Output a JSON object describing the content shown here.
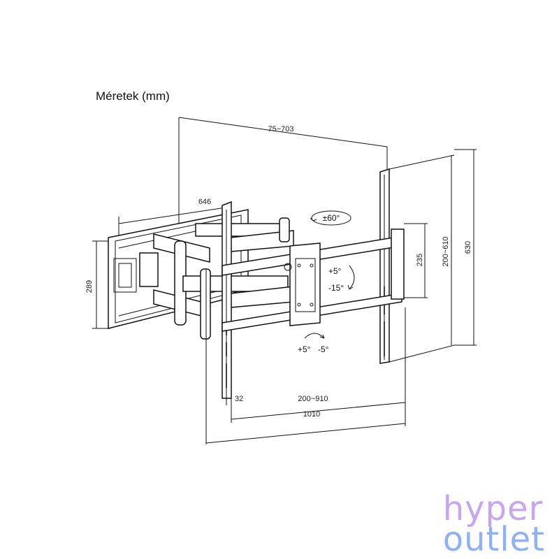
{
  "title": "Méretek (mm)",
  "dimensions": {
    "top_span": "75~703",
    "arm_length": "646",
    "wall_height": "289",
    "vesa_vertical": "235",
    "rail_vertical": "200~610",
    "total_height": "630",
    "rail_offset": "32",
    "rail_horizontal": "200~910",
    "total_width": "1010"
  },
  "rotation": {
    "swivel": "±60°",
    "tilt_up": "+5°",
    "tilt_down": "-15°",
    "level_plus": "+5°",
    "level_minus": "-5°"
  },
  "logo": {
    "line1": "hyper",
    "line2": "outlet"
  }
}
